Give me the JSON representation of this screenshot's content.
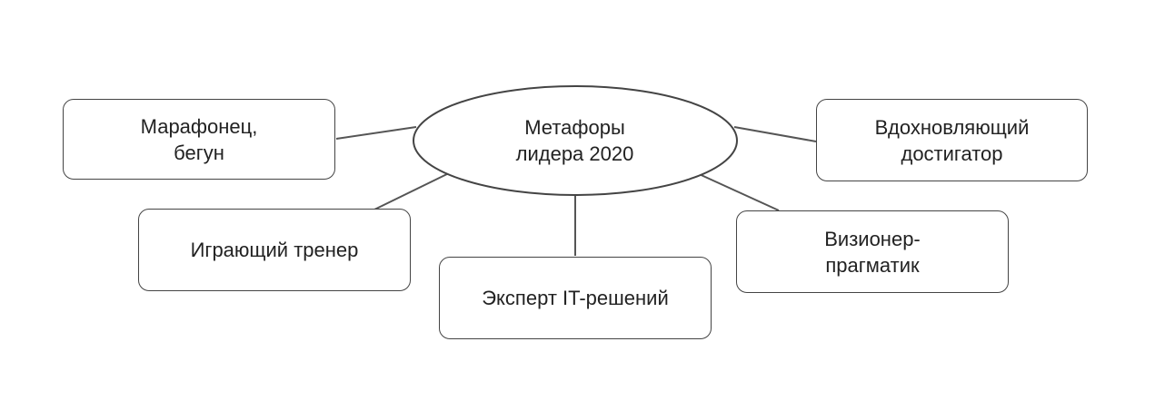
{
  "center": {
    "line1": "Метафоры",
    "line2": "лидера 2020"
  },
  "nodes": {
    "marathon": {
      "line1": "Марафонец,",
      "line2": "бегун"
    },
    "playing_coach": {
      "line1": "Играющий тренер"
    },
    "it_expert": {
      "line1": "Эксперт IT-решений"
    },
    "visionary": {
      "line1": "Визионер-",
      "line2": "прагматик"
    },
    "inspiring": {
      "line1": "Вдохновляющий",
      "line2": "достигатор"
    }
  }
}
